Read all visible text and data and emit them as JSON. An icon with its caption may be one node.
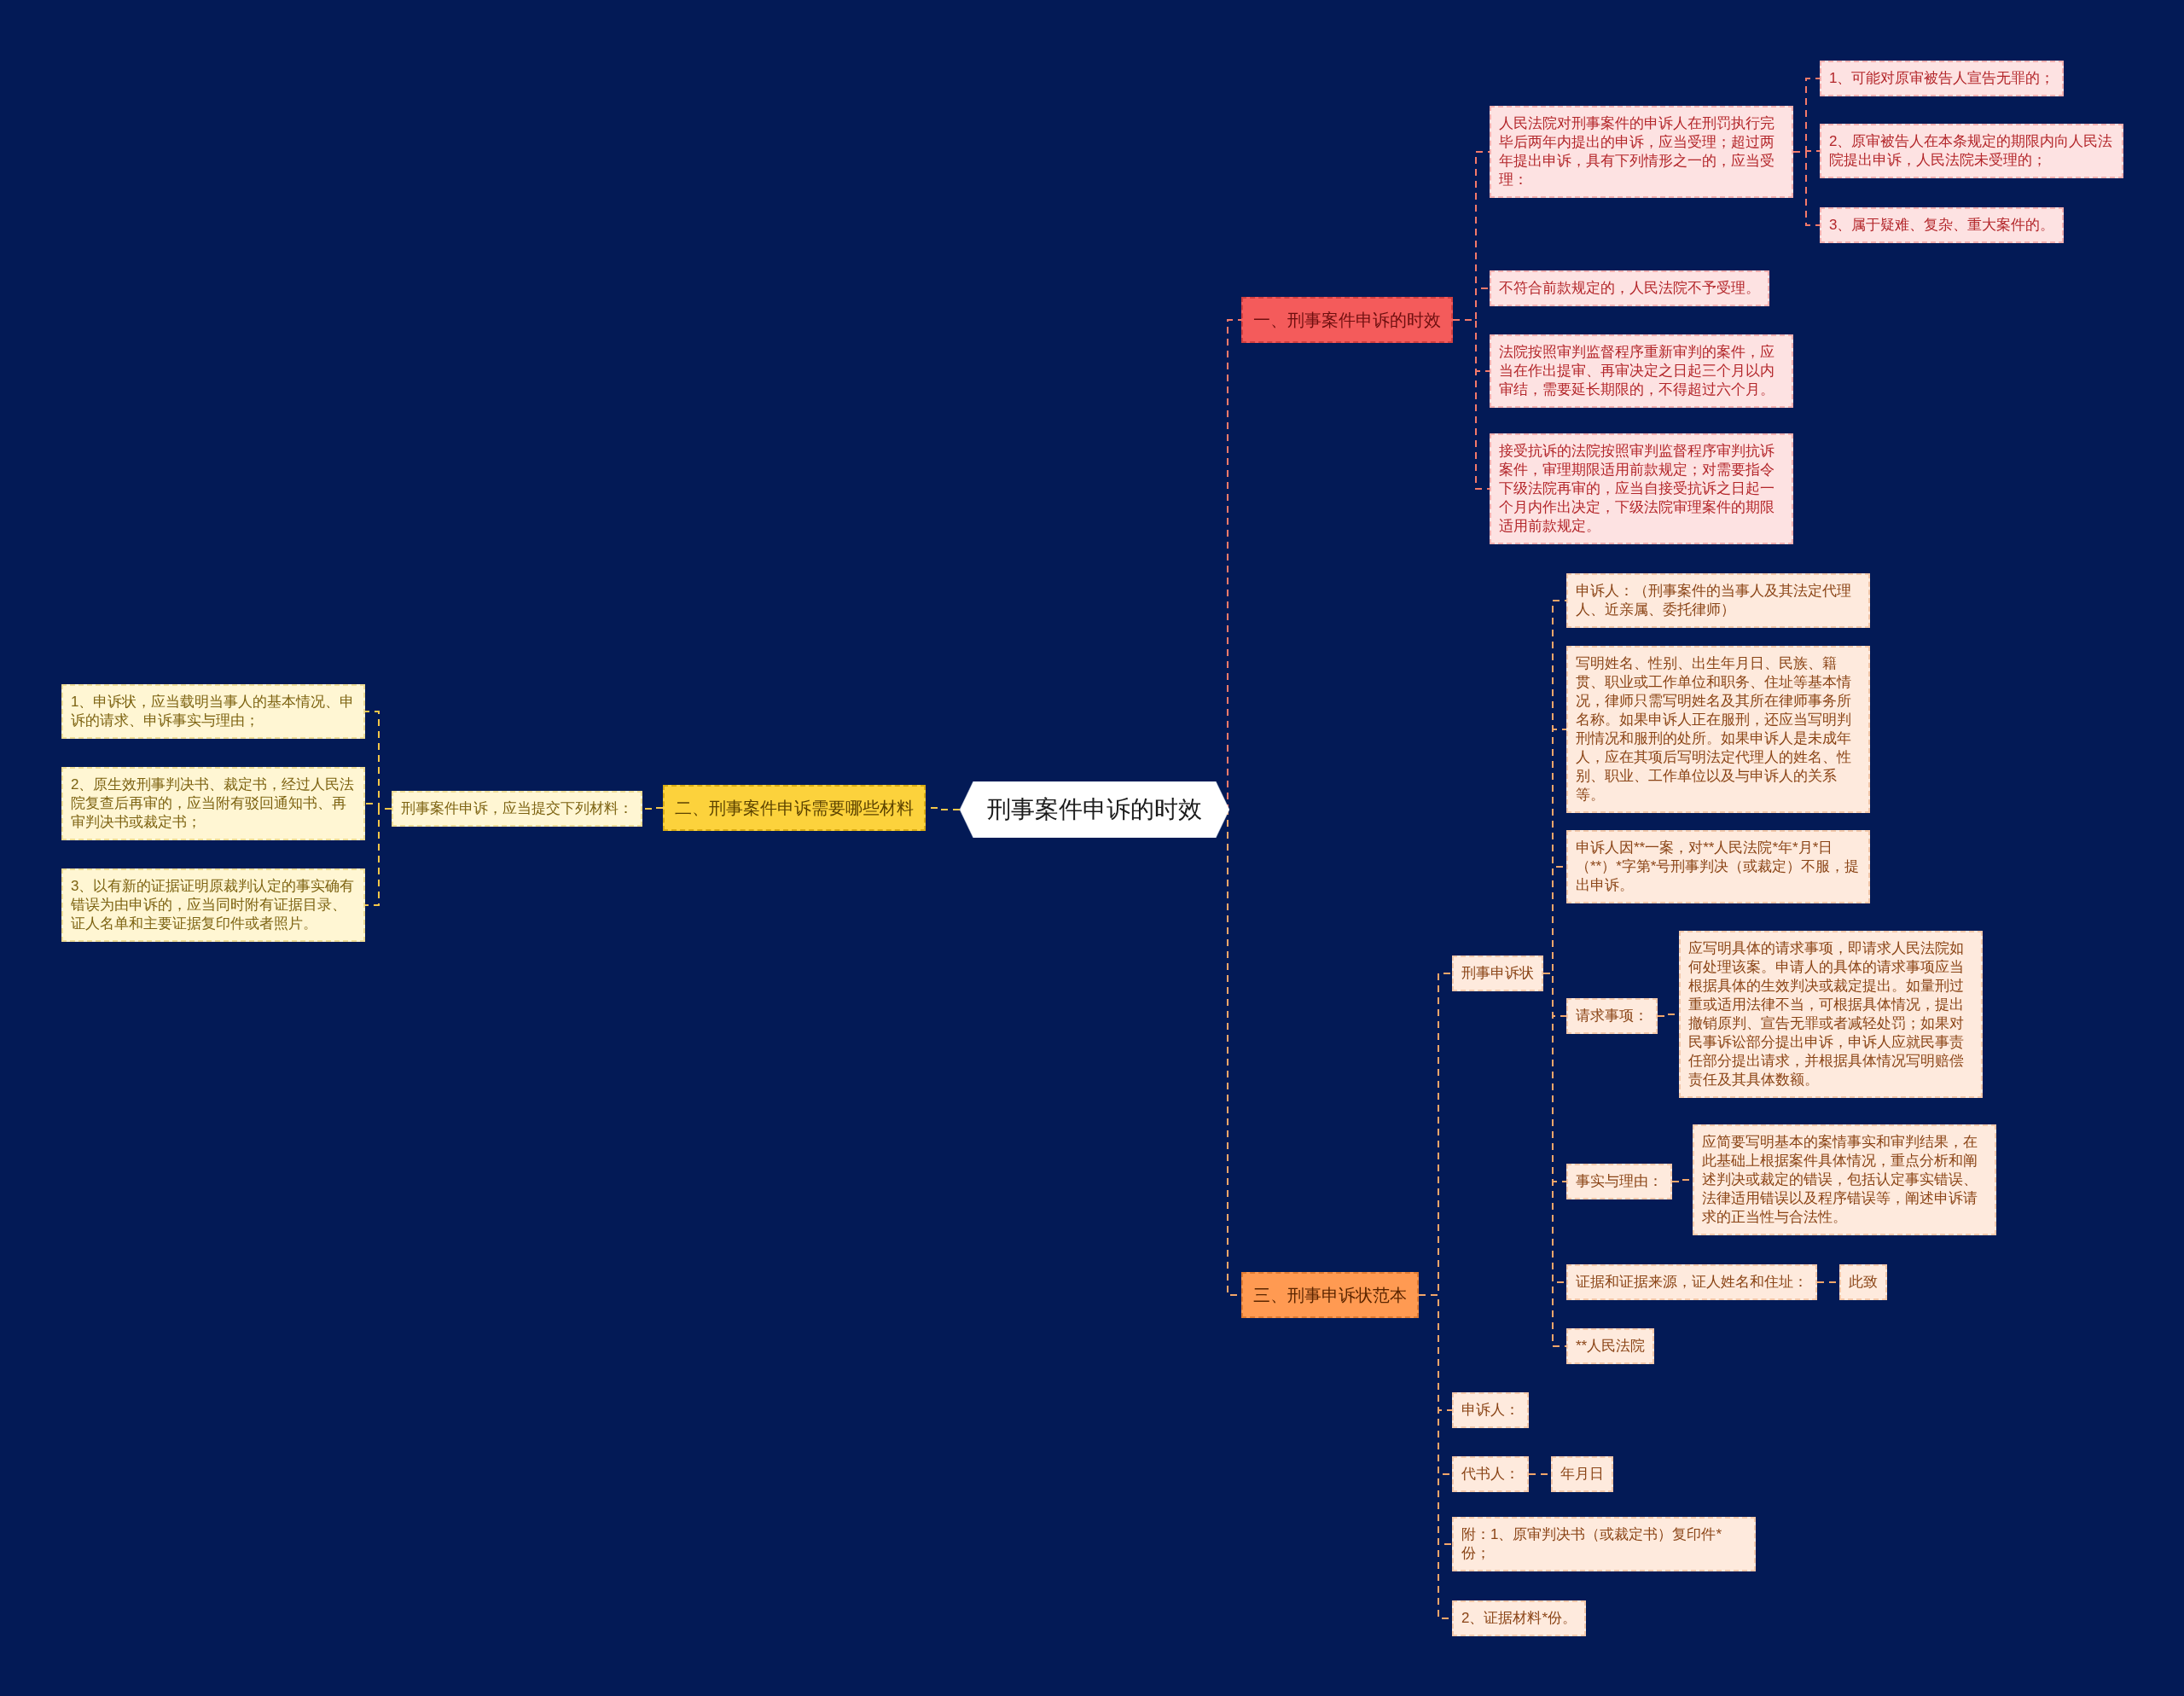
{
  "diagram": {
    "nodes": [
      {
        "text": [
          "刑事案件申诉的时效"
        ]
      },
      {
        "text": [
          "一、刑事案件申诉的时效"
        ]
      },
      {
        "text": [
          "人民法院对刑事案件的申诉人在刑罚执行完毕后两年内提出的申诉，应当受理；超过两年提出申诉，具有下列情形之一的，应当受理："
        ]
      },
      {
        "text": [
          "1、可能对原审被告人宣告无罪的；"
        ]
      },
      {
        "text": [
          "2、原审被告人在本条规定的期限内向人民法院提出申诉，人民法院未受理的；"
        ]
      },
      {
        "text": [
          "3、属于疑难、复杂、重大案件的。"
        ]
      },
      {
        "text": [
          "不符合前款规定的，人民法院不予受理。"
        ]
      },
      {
        "text": [
          "法院按照审判监督程序重新审判的案件，应当在作出提审、再审决定之日起三个月以内审结，需要延长期限的，不得超过六个月。"
        ]
      },
      {
        "text": [
          "接受抗诉的法院按照审判监督程序审判抗诉案件，审理期限适用前款规定；对需要指令下级法院再审的，应当自接受抗诉之日起一个月内作出决定，下级法院审理案件的期限适用前款规定。"
        ]
      },
      {
        "text": [
          "二、刑事案件申诉需要哪些材料"
        ]
      },
      {
        "text": [
          "刑事案件申诉，应当提交下列材料："
        ]
      },
      {
        "text": [
          "1、申诉状，应当载明当事人的基本情况、申诉的请求、申诉事实与理由；"
        ]
      },
      {
        "text": [
          "2、原生效刑事判决书、裁定书，经过人民法院复查后再审的，应当附有驳回通知书、再审判决书或裁定书；"
        ]
      },
      {
        "text": [
          "3、以有新的证据证明原裁判认定的事实确有错误为由申诉的，应当同时附有证据目录、证人名单和主要证据复印件或者照片。"
        ]
      },
      {
        "text": [
          "三、刑事申诉状范本"
        ]
      },
      {
        "text": [
          "刑事申诉状"
        ]
      },
      {
        "text": [
          "申诉人：（刑事案件的当事人及其法定代理人、近亲属、委托律师）"
        ]
      },
      {
        "text": [
          "写明姓名、性别、出生年月日、民族、籍贯、职业或工作单位和职务、住址等基本情况，律师只需写明姓名及其所在律师事务所名称。如果申诉人正在服刑，还应当写明判刑情况和服刑的处所。如果申诉人是未成年人，应在其项后写明法定代理人的姓名、性别、职业、工作单位以及与申诉人的关系等。"
        ]
      },
      {
        "text": [
          "申诉人因**一案，对**人民法院*年*月*日（**）*字第*号刑事判决（或裁定）不服，提出申诉。"
        ]
      },
      {
        "text": [
          "请求事项："
        ]
      },
      {
        "text": [
          "应写明具体的请求事项，即请求人民法院如何处理该案。申请人的具体的请求事项应当根据具体的生效判决或裁定提出。如量刑过重或适用法律不当，可根据具体情况，提出撤销原判、宣告无罪或者减轻处罚；如果对民事诉讼部分提出申诉，申诉人应就民事责任部分提出请求，并根据具体情况写明赔偿责任及其具体数额。"
        ]
      },
      {
        "text": [
          "事实与理由："
        ]
      },
      {
        "text": [
          "应简要写明基本的案情事实和审判结果，在此基础上根据案件具体情况，重点分析和阐述判决或裁定的错误，包括认定事实错误、法律适用错误以及程序错误等，阐述申诉请求的正当性与合法性。"
        ]
      },
      {
        "text": [
          "证据和证据来源，证人姓名和住址："
        ]
      },
      {
        "text": [
          "此致"
        ]
      },
      {
        "text": [
          "**人民法院"
        ]
      },
      {
        "text": [
          "申诉人："
        ]
      },
      {
        "text": [
          "代书人："
        ]
      },
      {
        "text": [
          "年月日"
        ]
      },
      {
        "text": [
          "附：1、原审判决书（或裁定书）复印件*份；"
        ]
      },
      {
        "text": [
          "2、证据材料*份。"
        ]
      }
    ],
    "edges": [
      {
        "from": 0,
        "to": 1,
        "arrow": "none",
        "style": "dashed",
        "color": "#f47a6a"
      },
      {
        "from": 0,
        "to": 9,
        "arrow": "none",
        "style": "dashed",
        "color": "#f3c64a"
      },
      {
        "from": 0,
        "to": 14,
        "arrow": "none",
        "style": "dashed",
        "color": "#f2a66a"
      },
      {
        "from": 1,
        "to": 2,
        "arrow": "none",
        "style": "dashed",
        "color": "#f47a6a"
      },
      {
        "from": 1,
        "to": 6,
        "arrow": "none",
        "style": "dashed",
        "color": "#f47a6a"
      },
      {
        "from": 1,
        "to": 7,
        "arrow": "none",
        "style": "dashed",
        "color": "#f47a6a"
      },
      {
        "from": 1,
        "to": 8,
        "arrow": "none",
        "style": "dashed",
        "color": "#f47a6a"
      },
      {
        "from": 2,
        "to": 3,
        "arrow": "none",
        "style": "dashed",
        "color": "#f47a6a"
      },
      {
        "from": 2,
        "to": 4,
        "arrow": "none",
        "style": "dashed",
        "color": "#f47a6a"
      },
      {
        "from": 2,
        "to": 5,
        "arrow": "none",
        "style": "dashed",
        "color": "#f47a6a"
      },
      {
        "from": 9,
        "to": 10,
        "arrow": "none",
        "style": "dashed",
        "color": "#f3c64a"
      },
      {
        "from": 10,
        "to": 11,
        "arrow": "none",
        "style": "dashed",
        "color": "#f3c64a"
      },
      {
        "from": 10,
        "to": 12,
        "arrow": "none",
        "style": "dashed",
        "color": "#f3c64a"
      },
      {
        "from": 10,
        "to": 13,
        "arrow": "none",
        "style": "dashed",
        "color": "#f3c64a"
      },
      {
        "from": 14,
        "to": 15,
        "arrow": "none",
        "style": "dashed",
        "color": "#f2a66a"
      },
      {
        "from": 15,
        "to": 16,
        "arrow": "none",
        "style": "dashed",
        "color": "#f2a66a"
      },
      {
        "from": 15,
        "to": 17,
        "arrow": "none",
        "style": "dashed",
        "color": "#f2a66a"
      },
      {
        "from": 15,
        "to": 18,
        "arrow": "none",
        "style": "dashed",
        "color": "#f2a66a"
      },
      {
        "from": 15,
        "to": 19,
        "arrow": "none",
        "style": "dashed",
        "color": "#f2a66a"
      },
      {
        "from": 19,
        "to": 20,
        "arrow": "none",
        "style": "dashed",
        "color": "#f2a66a"
      },
      {
        "from": 15,
        "to": 21,
        "arrow": "none",
        "style": "dashed",
        "color": "#f2a66a"
      },
      {
        "from": 21,
        "to": 22,
        "arrow": "none",
        "style": "dashed",
        "color": "#f2a66a"
      },
      {
        "from": 15,
        "to": 23,
        "arrow": "none",
        "style": "dashed",
        "color": "#f2a66a"
      },
      {
        "from": 23,
        "to": 24,
        "arrow": "none",
        "style": "dashed",
        "color": "#f2a66a"
      },
      {
        "from": 15,
        "to": 25,
        "arrow": "none",
        "style": "dashed",
        "color": "#f2a66a"
      },
      {
        "from": 14,
        "to": 26,
        "arrow": "none",
        "style": "dashed",
        "color": "#f2a66a"
      },
      {
        "from": 14,
        "to": 27,
        "arrow": "none",
        "style": "dashed",
        "color": "#f2a66a"
      },
      {
        "from": 27,
        "to": 28,
        "arrow": "none",
        "style": "dashed",
        "color": "#f2a66a"
      },
      {
        "from": 14,
        "to": 29,
        "arrow": "none",
        "style": "dashed",
        "color": "#f2a66a"
      },
      {
        "from": 14,
        "to": 30,
        "arrow": "none",
        "style": "dashed",
        "color": "#f2a66a"
      }
    ]
  }
}
